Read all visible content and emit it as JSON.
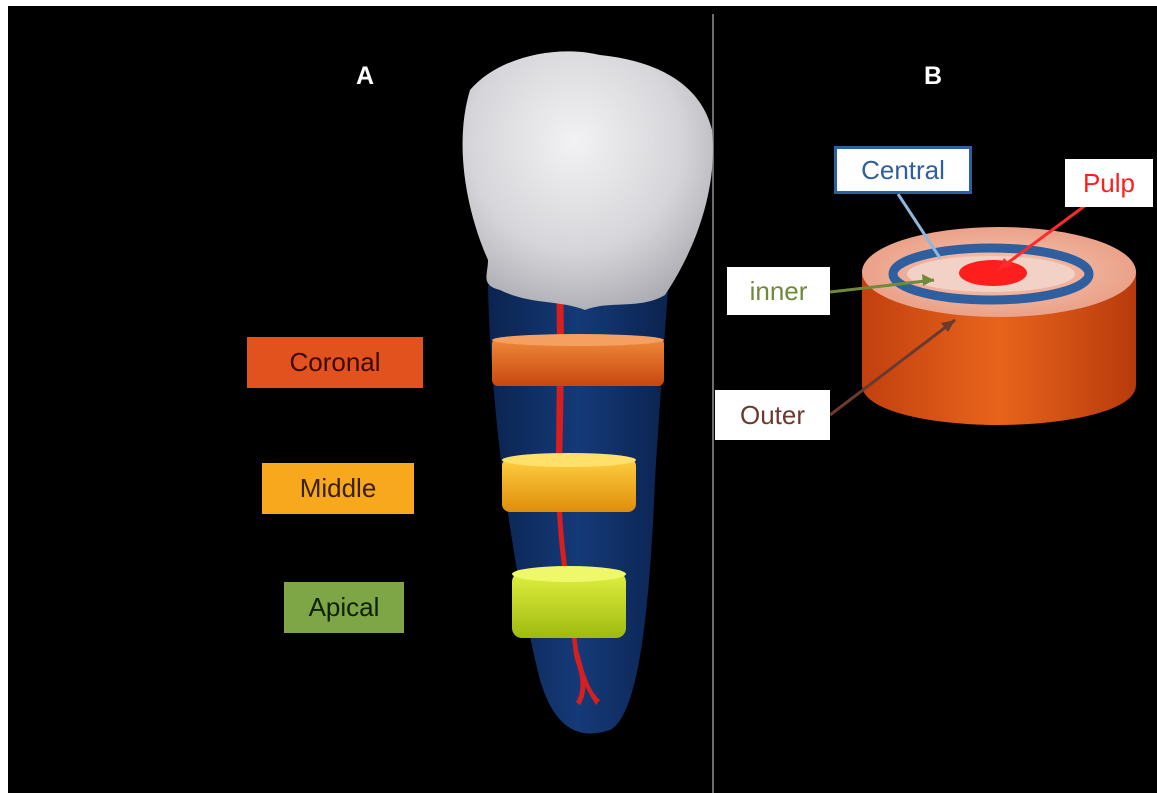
{
  "panels": {
    "a_label": "A",
    "b_label": "B"
  },
  "regions": [
    {
      "label": "Coronal",
      "color": "#e2521e"
    },
    {
      "label": "Middle",
      "color": "#f7a81c"
    },
    {
      "label": "Apical",
      "color": "#7ea646"
    }
  ],
  "cross_section": {
    "central": {
      "label": "Central",
      "color": "#2f5f9e"
    },
    "pulp": {
      "label": "Pulp",
      "color": "#ff1e1e"
    },
    "inner": {
      "label": "inner",
      "color": "#6e8a3a"
    },
    "outer": {
      "label": "Outer",
      "color": "#6b3a2e"
    }
  },
  "colors": {
    "background": "#000000",
    "crown": "#d9d9dc",
    "root": "#0e2a5c",
    "canal": "#d81f1f",
    "coronal_band": "#e8641c",
    "middle_band": "#f5b019",
    "apical_band": "#c6e21a",
    "disc_side": "#e0571c",
    "disc_top": "#f2b6a4"
  }
}
